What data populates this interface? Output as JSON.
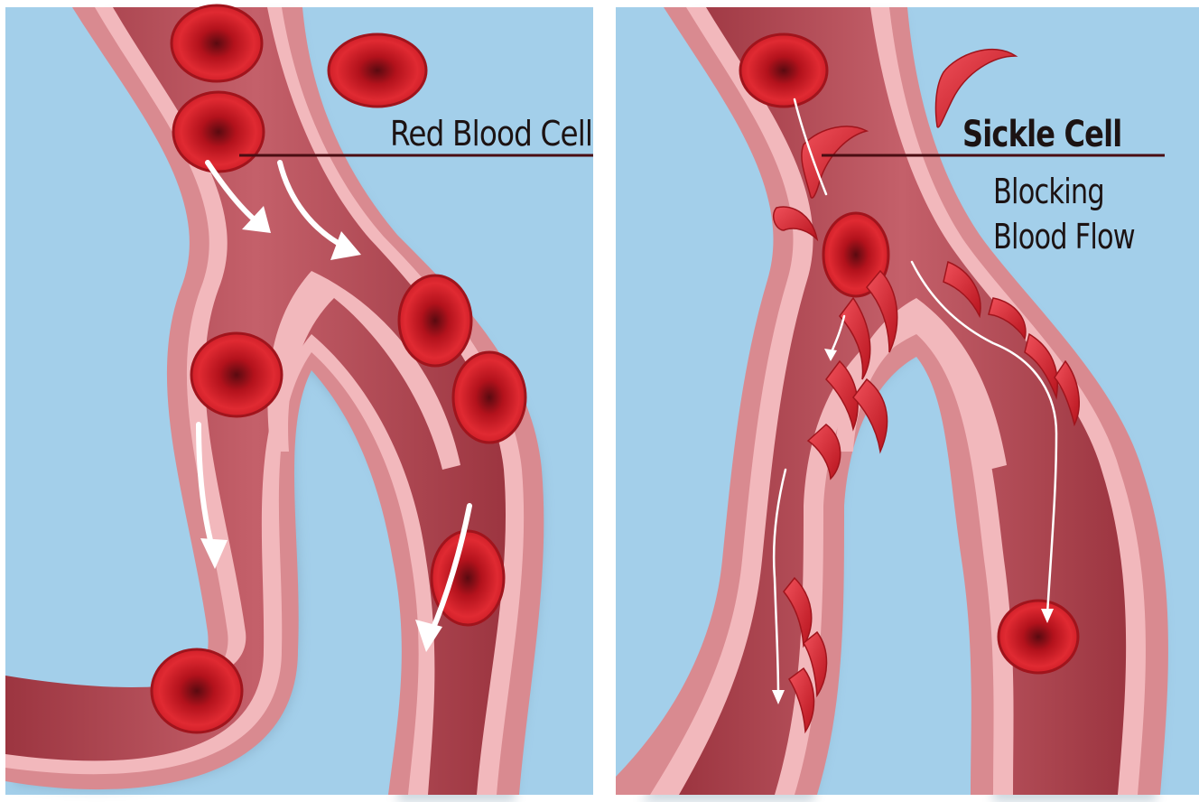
{
  "left_panel": {
    "label": "Red Blood Cell"
  },
  "right_panel": {
    "label": "Sickle Cell",
    "caption_line1": "Blocking",
    "caption_line2": "Blood Flow"
  },
  "colors": {
    "background": "#a3cfea",
    "vessel_outer": "#d98a90",
    "vessel_inner": "#a33a45",
    "vessel_lumen": "#b8505a",
    "cell_red": "#d6202b",
    "label_line": "#4a0d12"
  }
}
